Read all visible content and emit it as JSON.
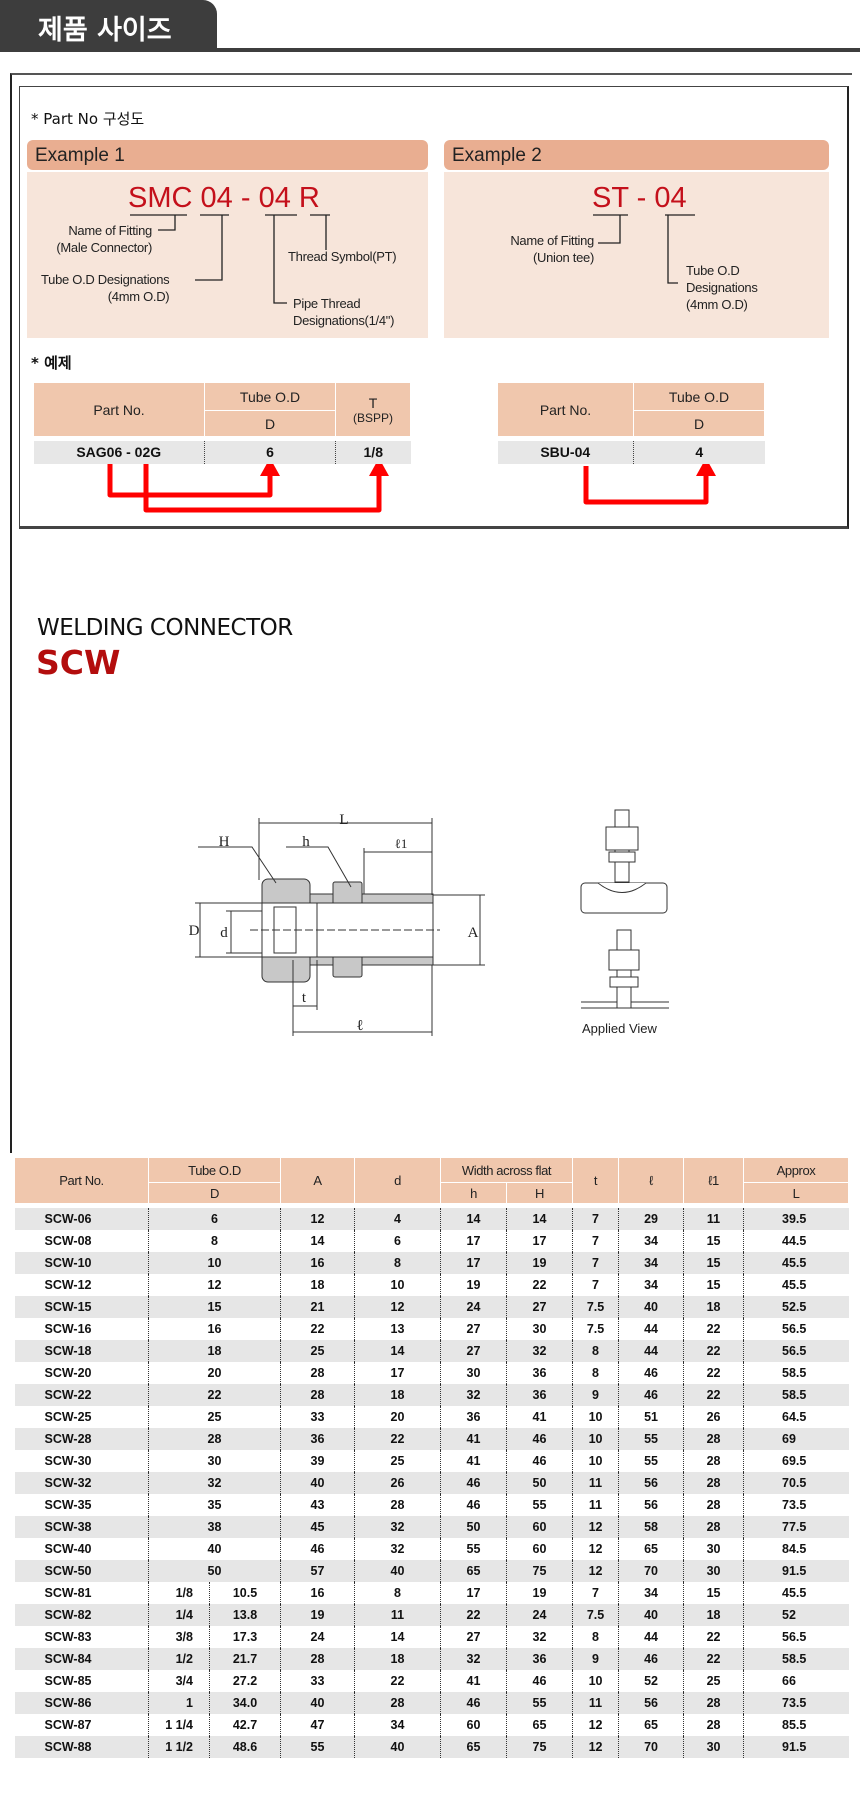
{
  "header": {
    "title": "제품 사이즈"
  },
  "part_no": {
    "heading": "* Part No 구성도",
    "example1": {
      "label": "Example 1",
      "code": [
        "SMC",
        "04",
        "-",
        "04",
        "R"
      ],
      "name_line1": "Name of Fitting",
      "name_line2": "(Male Connector)",
      "tube_line1": "Tube O.D Designations",
      "tube_line2": "(4mm O.D)",
      "thread_symbol": "Thread Symbol(PT)",
      "pipe_line1": "Pipe Thread",
      "pipe_line2": "Designations(1/4\")"
    },
    "example2": {
      "label": "Example 2",
      "code": [
        "ST",
        "-",
        "04"
      ],
      "name_line1": "Name of Fitting",
      "name_line2": "(Union tee)",
      "tube_line1": "Tube O.D",
      "tube_line2": "Designations",
      "tube_line3": "(4mm O.D)"
    }
  },
  "examples": {
    "heading": "* 예제",
    "table1": {
      "h_part": "Part No.",
      "h_tube": "Tube O.D",
      "h_d": "D",
      "h_t": "T",
      "h_bspp": "(BSPP)",
      "part": "SAG06 - 02G",
      "d": "6",
      "t": "1/8"
    },
    "table2": {
      "h_part": "Part No.",
      "h_tube": "Tube O.D",
      "h_d": "D",
      "part": "SBU-04",
      "d": "4"
    }
  },
  "product": {
    "subtitle": "WELDING CONNECTOR",
    "code": "SCW"
  },
  "drawing": {
    "labels": {
      "L": "L",
      "H": "H",
      "h": "h",
      "l1": "ℓ1",
      "D": "D",
      "d": "d",
      "A": "A",
      "t": "t",
      "l": "ℓ"
    },
    "applied_view": "Applied View"
  },
  "spec_table": {
    "headers": {
      "part": "Part No.",
      "tube": "Tube O.D",
      "D": "D",
      "A": "A",
      "d": "d",
      "waf": "Width across flat",
      "h": "h",
      "H": "H",
      "t": "t",
      "l": "ℓ",
      "l1": "ℓ1",
      "approx": "Approx",
      "L": "L"
    },
    "rows": [
      [
        "SCW-06",
        "6",
        "12",
        "4",
        "14",
        "14",
        "7",
        "29",
        "11",
        "39.5"
      ],
      [
        "SCW-08",
        "8",
        "14",
        "6",
        "17",
        "17",
        "7",
        "34",
        "15",
        "44.5"
      ],
      [
        "SCW-10",
        "10",
        "16",
        "8",
        "17",
        "19",
        "7",
        "34",
        "15",
        "45.5"
      ],
      [
        "SCW-12",
        "12",
        "18",
        "10",
        "19",
        "22",
        "7",
        "34",
        "15",
        "45.5"
      ],
      [
        "SCW-15",
        "15",
        "21",
        "12",
        "24",
        "27",
        "7.5",
        "40",
        "18",
        "52.5"
      ],
      [
        "SCW-16",
        "16",
        "22",
        "13",
        "27",
        "30",
        "7.5",
        "44",
        "22",
        "56.5"
      ],
      [
        "SCW-18",
        "18",
        "25",
        "14",
        "27",
        "32",
        "8",
        "44",
        "22",
        "56.5"
      ],
      [
        "SCW-20",
        "20",
        "28",
        "17",
        "30",
        "36",
        "8",
        "46",
        "22",
        "58.5"
      ],
      [
        "SCW-22",
        "22",
        "28",
        "18",
        "32",
        "36",
        "9",
        "46",
        "22",
        "58.5"
      ],
      [
        "SCW-25",
        "25",
        "33",
        "20",
        "36",
        "41",
        "10",
        "51",
        "26",
        "64.5"
      ],
      [
        "SCW-28",
        "28",
        "36",
        "22",
        "41",
        "46",
        "10",
        "55",
        "28",
        "69"
      ],
      [
        "SCW-30",
        "30",
        "39",
        "25",
        "41",
        "46",
        "10",
        "55",
        "28",
        "69.5"
      ],
      [
        "SCW-32",
        "32",
        "40",
        "26",
        "46",
        "50",
        "11",
        "56",
        "28",
        "70.5"
      ],
      [
        "SCW-35",
        "35",
        "43",
        "28",
        "46",
        "55",
        "11",
        "56",
        "28",
        "73.5"
      ],
      [
        "SCW-38",
        "38",
        "45",
        "32",
        "50",
        "60",
        "12",
        "58",
        "28",
        "77.5"
      ],
      [
        "SCW-40",
        "40",
        "46",
        "32",
        "55",
        "60",
        "12",
        "65",
        "30",
        "84.5"
      ],
      [
        "SCW-50",
        "50",
        "57",
        "40",
        "65",
        "75",
        "12",
        "70",
        "30",
        "91.5"
      ],
      [
        "SCW-81",
        [
          "1/8",
          "10.5"
        ],
        "16",
        "8",
        "17",
        "19",
        "7",
        "34",
        "15",
        "45.5"
      ],
      [
        "SCW-82",
        [
          "1/4",
          "13.8"
        ],
        "19",
        "11",
        "22",
        "24",
        "7.5",
        "40",
        "18",
        "52"
      ],
      [
        "SCW-83",
        [
          "3/8",
          "17.3"
        ],
        "24",
        "14",
        "27",
        "32",
        "8",
        "44",
        "22",
        "56.5"
      ],
      [
        "SCW-84",
        [
          "1/2",
          "21.7"
        ],
        "28",
        "18",
        "32",
        "36",
        "9",
        "46",
        "22",
        "58.5"
      ],
      [
        "SCW-85",
        [
          "3/4",
          "27.2"
        ],
        "33",
        "22",
        "41",
        "46",
        "10",
        "52",
        "25",
        "66"
      ],
      [
        "SCW-86",
        [
          "1",
          "34.0"
        ],
        "40",
        "28",
        "46",
        "55",
        "11",
        "56",
        "28",
        "73.5"
      ],
      [
        "SCW-87",
        [
          "1 1/4",
          "42.7"
        ],
        "47",
        "34",
        "60",
        "65",
        "12",
        "65",
        "28",
        "85.5"
      ],
      [
        "SCW-88",
        [
          "1 1/2",
          "48.6"
        ],
        "55",
        "40",
        "65",
        "75",
        "12",
        "70",
        "30",
        "91.5"
      ]
    ]
  },
  "colors": {
    "accent_red": "#c4101b",
    "header_peach": "#f0c7ad",
    "example_header": "#e9ae91",
    "example_panel": "#f7e5da",
    "dark": "#3d3d3d"
  }
}
